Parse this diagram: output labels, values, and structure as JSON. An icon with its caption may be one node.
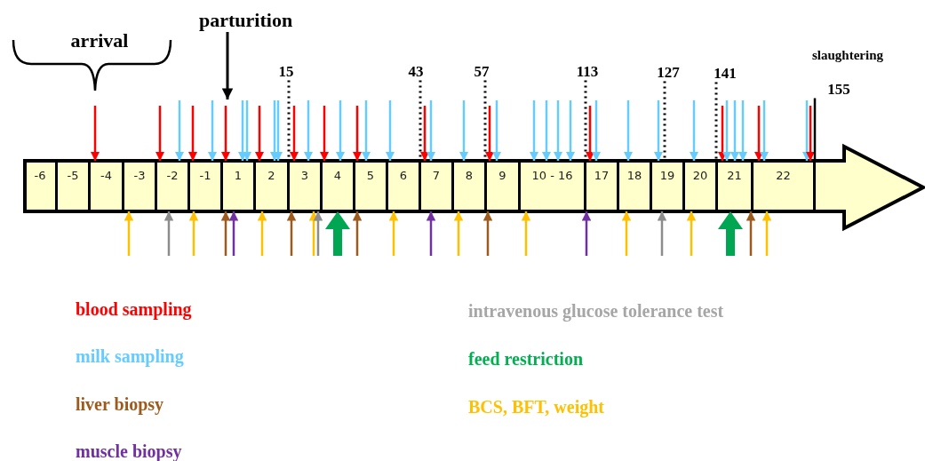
{
  "diagram": {
    "nodes": [
      {
        "text": [
          "parturition"
        ]
      },
      {
        "text": [],
        "shape": "arrow"
      },
      {
        "text": [
          "-6"
        ],
        "in": 1
      },
      {
        "text": [
          "-5"
        ],
        "in": 1
      },
      {
        "text": [
          "-4"
        ],
        "in": 1
      },
      {
        "text": [
          "-3"
        ],
        "in": 1
      },
      {
        "text": [
          "-2"
        ],
        "in": 1
      },
      {
        "text": [
          "-1"
        ],
        "in": 1
      },
      {
        "text": [
          "1"
        ],
        "in": 1
      },
      {
        "text": [
          "2"
        ],
        "in": 1
      },
      {
        "text": [
          "3"
        ],
        "in": 1
      },
      {
        "text": [
          "4"
        ],
        "in": 1
      },
      {
        "text": [
          "5"
        ],
        "in": 1
      },
      {
        "text": [
          "6"
        ],
        "in": 1
      },
      {
        "text": [
          "7"
        ],
        "in": 1
      },
      {
        "text": [
          "8"
        ],
        "in": 1
      },
      {
        "text": [
          "9"
        ],
        "in": 1
      },
      {
        "text": [
          "10 - 16"
        ],
        "in": 1
      },
      {
        "text": [
          "17"
        ],
        "in": 1
      },
      {
        "text": [
          "18"
        ],
        "in": 1
      },
      {
        "text": [
          "19"
        ],
        "in": 1
      },
      {
        "text": [
          "20"
        ],
        "in": 1
      },
      {
        "text": [
          "21"
        ],
        "in": 1
      },
      {
        "text": [
          "22"
        ],
        "in": 1
      },
      {
        "text": [
          "15"
        ]
      },
      {
        "text": [
          "43"
        ]
      },
      {
        "text": [
          "57"
        ]
      },
      {
        "text": [
          "113"
        ]
      },
      {
        "text": [
          "127"
        ]
      },
      {
        "text": [
          "141"
        ]
      },
      {
        "text": [
          "155"
        ]
      }
    ],
    "edges": [
      {
        "from": 0,
        "to": null,
        "arrow": "to",
        "color": "#000000"
      },
      {
        "from": null,
        "to": 4,
        "arrow": "to",
        "color": "#ff0000"
      },
      {
        "from": null,
        "to": 6,
        "arrow": "to",
        "color": "#ff0000"
      },
      {
        "from": null,
        "to": 6,
        "arrow": "to"
      },
      {
        "from": null,
        "to": 7,
        "arrow": "to",
        "color": "#ff0000"
      },
      {
        "from": null,
        "to": 7,
        "arrow": "to"
      },
      {
        "from": null,
        "to": 8,
        "arrow": "to",
        "color": "#ff0000"
      },
      {
        "from": null,
        "to": 8,
        "arrow": "to"
      },
      {
        "from": null,
        "to": 8,
        "arrow": "to"
      },
      {
        "from": null,
        "to": 9,
        "arrow": "to",
        "color": "#ff0000"
      },
      {
        "from": null,
        "to": 9,
        "arrow": "to"
      },
      {
        "from": null,
        "to": 9,
        "arrow": "to"
      },
      {
        "from": null,
        "to": 10,
        "arrow": "to",
        "color": "#ff0000"
      },
      {
        "from": null,
        "to": 10,
        "arrow": "to"
      },
      {
        "from": null,
        "to": 11,
        "arrow": "to",
        "color": "#ff0000"
      },
      {
        "from": null,
        "to": 11,
        "arrow": "to"
      },
      {
        "from": null,
        "to": 12,
        "arrow": "to",
        "color": "#ff0000"
      },
      {
        "from": null,
        "to": 12,
        "arrow": "to"
      },
      {
        "from": null,
        "to": 13,
        "arrow": "to"
      },
      {
        "from": null,
        "to": 14,
        "arrow": "to",
        "color": "#ff0000"
      },
      {
        "from": null,
        "to": 14,
        "arrow": "to"
      },
      {
        "from": null,
        "to": 15,
        "arrow": "to"
      },
      {
        "from": null,
        "to": 16,
        "arrow": "to",
        "color": "#ff0000"
      },
      {
        "from": null,
        "to": 16,
        "arrow": "to"
      },
      {
        "from": null,
        "to": 17,
        "arrow": "to"
      },
      {
        "from": null,
        "to": 17,
        "arrow": "to"
      },
      {
        "from": null,
        "to": 17,
        "arrow": "to"
      },
      {
        "from": null,
        "to": 17,
        "arrow": "to"
      },
      {
        "from": null,
        "to": 18,
        "arrow": "to",
        "color": "#ff0000"
      },
      {
        "from": null,
        "to": 18,
        "arrow": "to"
      },
      {
        "from": null,
        "to": 19,
        "arrow": "to"
      },
      {
        "from": null,
        "to": 20,
        "arrow": "to"
      },
      {
        "from": null,
        "to": 21,
        "arrow": "to"
      },
      {
        "from": null,
        "to": 22,
        "arrow": "to",
        "color": "#ff0000"
      },
      {
        "from": null,
        "to": 22,
        "arrow": "to"
      },
      {
        "from": null,
        "to": 22,
        "arrow": "to"
      },
      {
        "from": null,
        "to": 22,
        "arrow": "to"
      },
      {
        "from": null,
        "to": 23,
        "arrow": "to",
        "color": "#ff0000"
      },
      {
        "from": null,
        "to": 23,
        "arrow": "to"
      },
      {
        "from": null,
        "to": 23,
        "arrow": "to"
      },
      {
        "from": null,
        "to": 23,
        "arrow": "to",
        "color": "#ff0000"
      },
      {
        "from": null,
        "to": 5,
        "arrow": "to",
        "color": "#ffc000"
      },
      {
        "from": null,
        "to": 6,
        "arrow": "to",
        "color": "#8c8c8c"
      },
      {
        "from": null,
        "to": 7,
        "arrow": "to",
        "color": "#ffc000"
      },
      {
        "from": null,
        "to": 8,
        "arrow": "to",
        "color": "#9c5a1c"
      },
      {
        "from": null,
        "to": 8,
        "arrow": "to",
        "color": "#7030a0"
      },
      {
        "from": null,
        "to": 9,
        "arrow": "to",
        "color": "#ffc000"
      },
      {
        "from": null,
        "to": 10,
        "arrow": "to",
        "color": "#9c5a1c"
      },
      {
        "from": null,
        "to": 10,
        "arrow": "to",
        "color": "#ffc000"
      },
      {
        "from": null,
        "to": 10,
        "arrow": "to",
        "color": "#8c8c8c"
      },
      {
        "from": null,
        "to": 11,
        "arrow": "to",
        "style": "thick",
        "color": "#00a651"
      },
      {
        "from": null,
        "to": 12,
        "arrow": "to",
        "color": "#9c5a1c"
      },
      {
        "from": null,
        "to": 13,
        "arrow": "to",
        "color": "#ffc000"
      },
      {
        "from": null,
        "to": 14,
        "arrow": "to",
        "color": "#7030a0"
      },
      {
        "from": null,
        "to": 15,
        "arrow": "to",
        "color": "#ffc000"
      },
      {
        "from": null,
        "to": 16,
        "arrow": "to",
        "color": "#9c5a1c"
      },
      {
        "from": null,
        "to": 17,
        "arrow": "to",
        "color": "#ffc000"
      },
      {
        "from": null,
        "to": 18,
        "arrow": "to",
        "color": "#7030a0"
      },
      {
        "from": null,
        "to": 19,
        "arrow": "to",
        "color": "#ffc000"
      },
      {
        "from": null,
        "to": 20,
        "arrow": "to",
        "color": "#8c8c8c"
      },
      {
        "from": null,
        "to": 21,
        "arrow": "to",
        "color": "#ffc000"
      },
      {
        "from": null,
        "to": 22,
        "arrow": "to",
        "style": "thick",
        "color": "#00a651"
      },
      {
        "from": null,
        "to": 22,
        "arrow": "to",
        "color": "#9c5a1c"
      },
      {
        "from": null,
        "to": 23,
        "arrow": "to",
        "color": "#ffc000"
      },
      {
        "from": 24,
        "to": 9,
        "arrow": "none",
        "style": "dashed",
        "color": "#000000"
      },
      {
        "from": 25,
        "to": 13,
        "arrow": "none",
        "style": "dashed",
        "color": "#000000"
      },
      {
        "from": 26,
        "to": 15,
        "arrow": "none",
        "style": "dashed",
        "color": "#000000"
      },
      {
        "from": 27,
        "to": 17,
        "arrow": "none",
        "style": "dashed",
        "color": "#000000"
      },
      {
        "from": 28,
        "to": 20,
        "arrow": "none",
        "style": "dashed",
        "color": "#000000"
      },
      {
        "from": 29,
        "to": 21,
        "arrow": "none",
        "style": "dashed",
        "color": "#000000"
      },
      {
        "from": 30,
        "to": 23,
        "arrow": "none",
        "color": "#000000"
      }
    ],
    "labels": [
      "arrival",
      "slaughtering"
    ],
    "legend": [
      {
        "text": "blood sampling",
        "color": "#ff0000"
      },
      {
        "text": "milk sampling",
        "color": "#66ccff"
      },
      {
        "text": "liver biopsy",
        "color": "#9c5a1c"
      },
      {
        "text": "muscle biopsy",
        "color": "#7030a0"
      },
      {
        "text": "intravenous glucose tolerance test",
        "color": "#a6a6a6"
      },
      {
        "text": "feed restriction",
        "color": "#00b050"
      },
      {
        "text": "BCS, BFT, weight",
        "color": "#ffc000"
      }
    ]
  }
}
